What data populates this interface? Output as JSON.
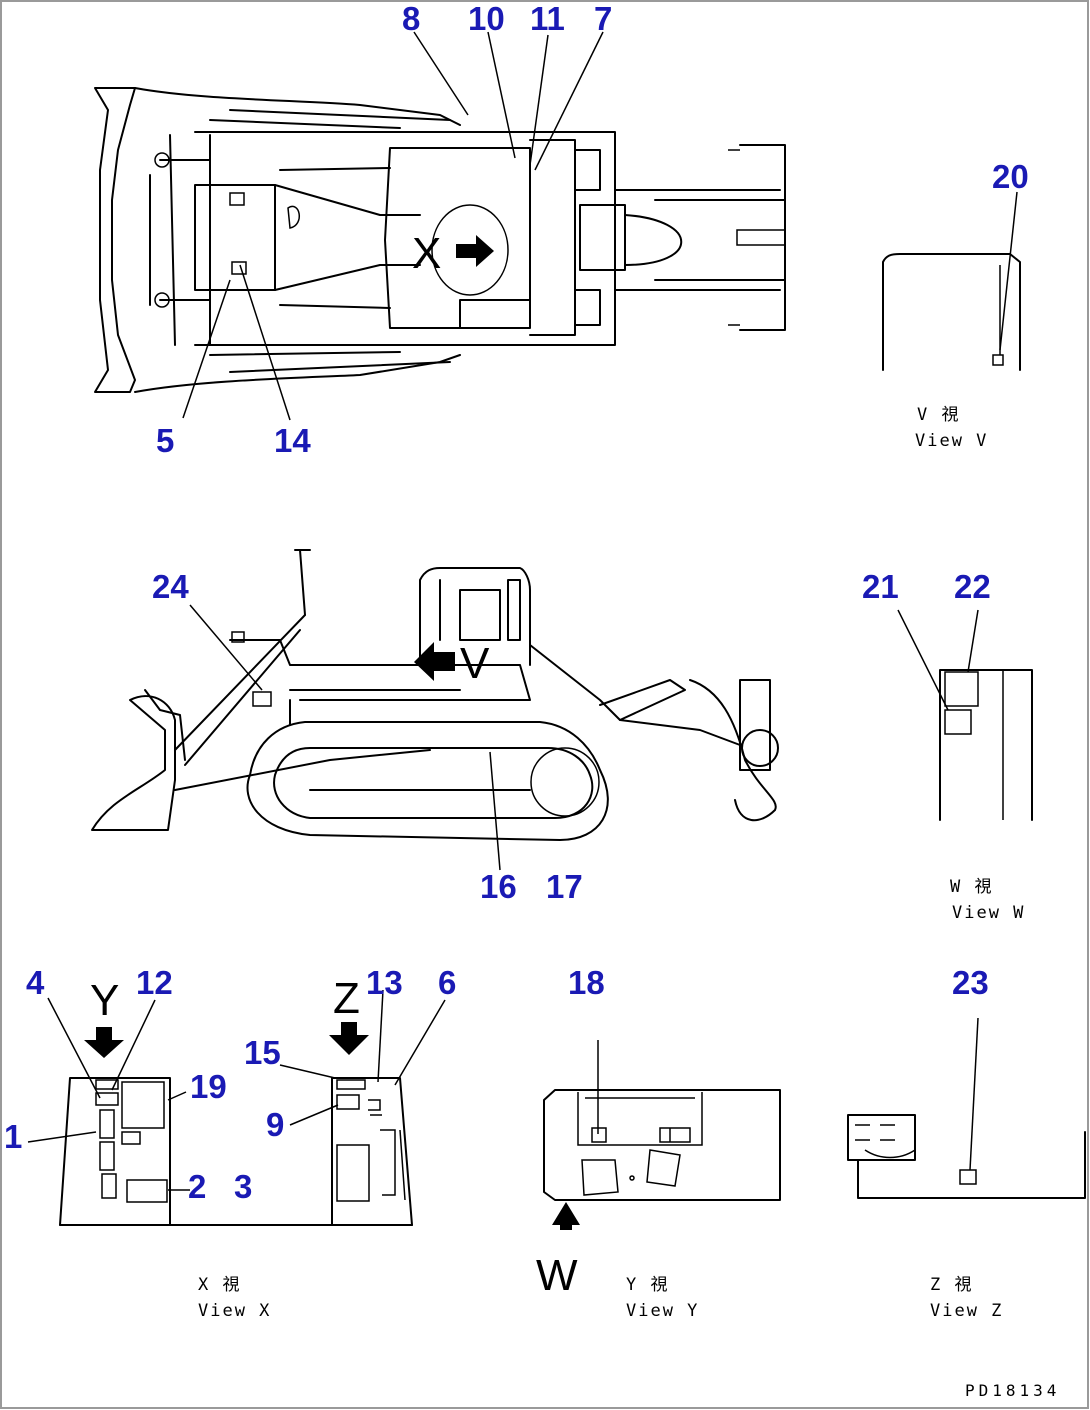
{
  "callouts": [
    "8",
    "10",
    "11",
    "7",
    "20",
    "5",
    "14",
    "24",
    "21",
    "22",
    "16",
    "17",
    "4",
    "12",
    "1",
    "19",
    "2",
    "3",
    "15",
    "9",
    "13",
    "6",
    "18",
    "23"
  ],
  "view_letters": {
    "x": "X",
    "v": "V",
    "y": "Y",
    "z": "Z",
    "w": "W"
  },
  "captions": {
    "view_v_top_jp": "V 視",
    "view_v_top_en": "View V",
    "view_w_jp": "W 視",
    "view_w_en": "View W",
    "view_x_jp": "X 視",
    "view_x_en": "View X",
    "view_y_jp": "Y 視",
    "view_y_en": "View Y",
    "view_z_jp": "Z 視",
    "view_z_en": "View Z"
  },
  "drawing_code": "PD18134",
  "colors": {
    "callout": "#1a1ab4",
    "line": "#000000",
    "frame": "#9a9a9a"
  }
}
